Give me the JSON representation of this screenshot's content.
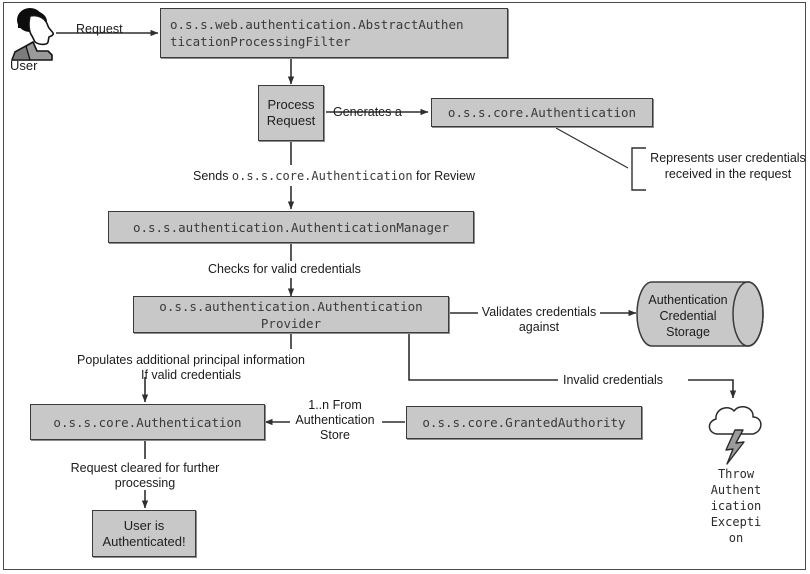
{
  "diagram": {
    "title": "Spring Security authentication flow",
    "colors": {
      "node_fill": "#c8c8c8",
      "node_border": "#3b3b3b",
      "line": "#2f2f2f",
      "frame": "#4a4a4a",
      "mono_text": "#3a3a3a",
      "sans_text": "#1b1b1b",
      "canvas": "#ffffff"
    },
    "actor": {
      "icon": "user-head-profile-icon",
      "caption": "User"
    },
    "nodes": {
      "filter": "o.s.s.web.authentication.AbstractAuthen\nticationProcessingFilter",
      "process_request": "Process\nRequest",
      "core_authentication_top": "o.s.s.core.Authentication",
      "authentication_manager": "o.s.s.authentication.AuthenticationManager",
      "authentication_provider": "o.s.s.authentication.Authentication\nProvider",
      "credential_storage": "Authentication\nCredential\nStorage",
      "core_authentication_bottom": "o.s.s.core.Authentication",
      "granted_authority": "o.s.s.core.GrantedAuthority",
      "user_authenticated": "User is\nAuthenticated!"
    },
    "edge_labels": {
      "request": "Request",
      "generates_a": "Generates a",
      "sends_for_review_prefix": "Sends ",
      "sends_for_review_mono": "o.s.s.core.Authentication",
      "sends_for_review_suffix": " for Review",
      "checks_valid_credentials": "Checks for valid credentials",
      "validates_credentials_against": "Validates credentials\nagainst",
      "populates_principal": "Populates additional principal information\nIf valid credentials",
      "invalid_credentials": "Invalid credentials",
      "from_auth_store": "1..n From\nAuthentication\nStore",
      "request_cleared": "Request cleared for further\nprocessing"
    },
    "annotations": {
      "credentials_callout": "Represents user credentials\nreceived in the request",
      "throw_exception": "Throw\nAuthent\nication\nExcepti\non"
    },
    "exception_icon": "cloud-lightning-icon"
  }
}
